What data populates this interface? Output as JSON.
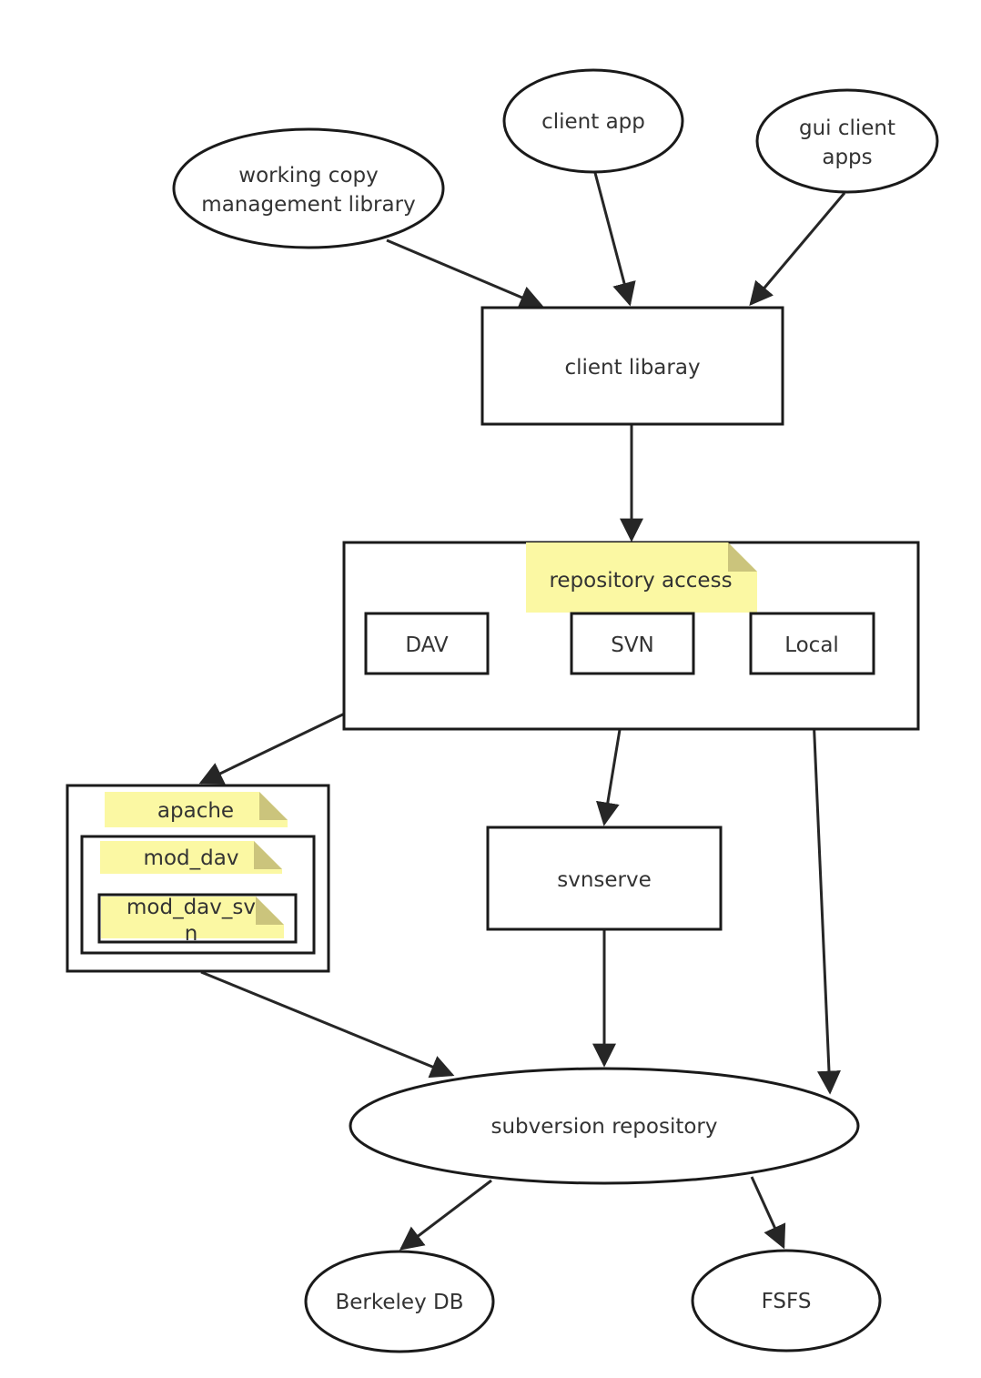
{
  "nodes": {
    "working_copy": {
      "line1": "working copy",
      "line2": "management library"
    },
    "client_app": "client app",
    "gui_client": {
      "line1": "gui client",
      "line2": "apps"
    },
    "client_library": "client libaray",
    "repository_access": "repository access",
    "dav": "DAV",
    "svn": "SVN",
    "local": "Local",
    "apache": "apache",
    "mod_dav": "mod_dav",
    "mod_dav_svn": {
      "line1": "mod_dav_sv",
      "line2": "n"
    },
    "svnserve": "svnserve",
    "subversion_repository": "subversion repository",
    "berkeley_db": "Berkeley DB",
    "fsfs": "FSFS"
  },
  "colors": {
    "note_fill": "#fbf8a3",
    "note_fold": "#cbc47c",
    "stroke": "#1a1a1a"
  }
}
